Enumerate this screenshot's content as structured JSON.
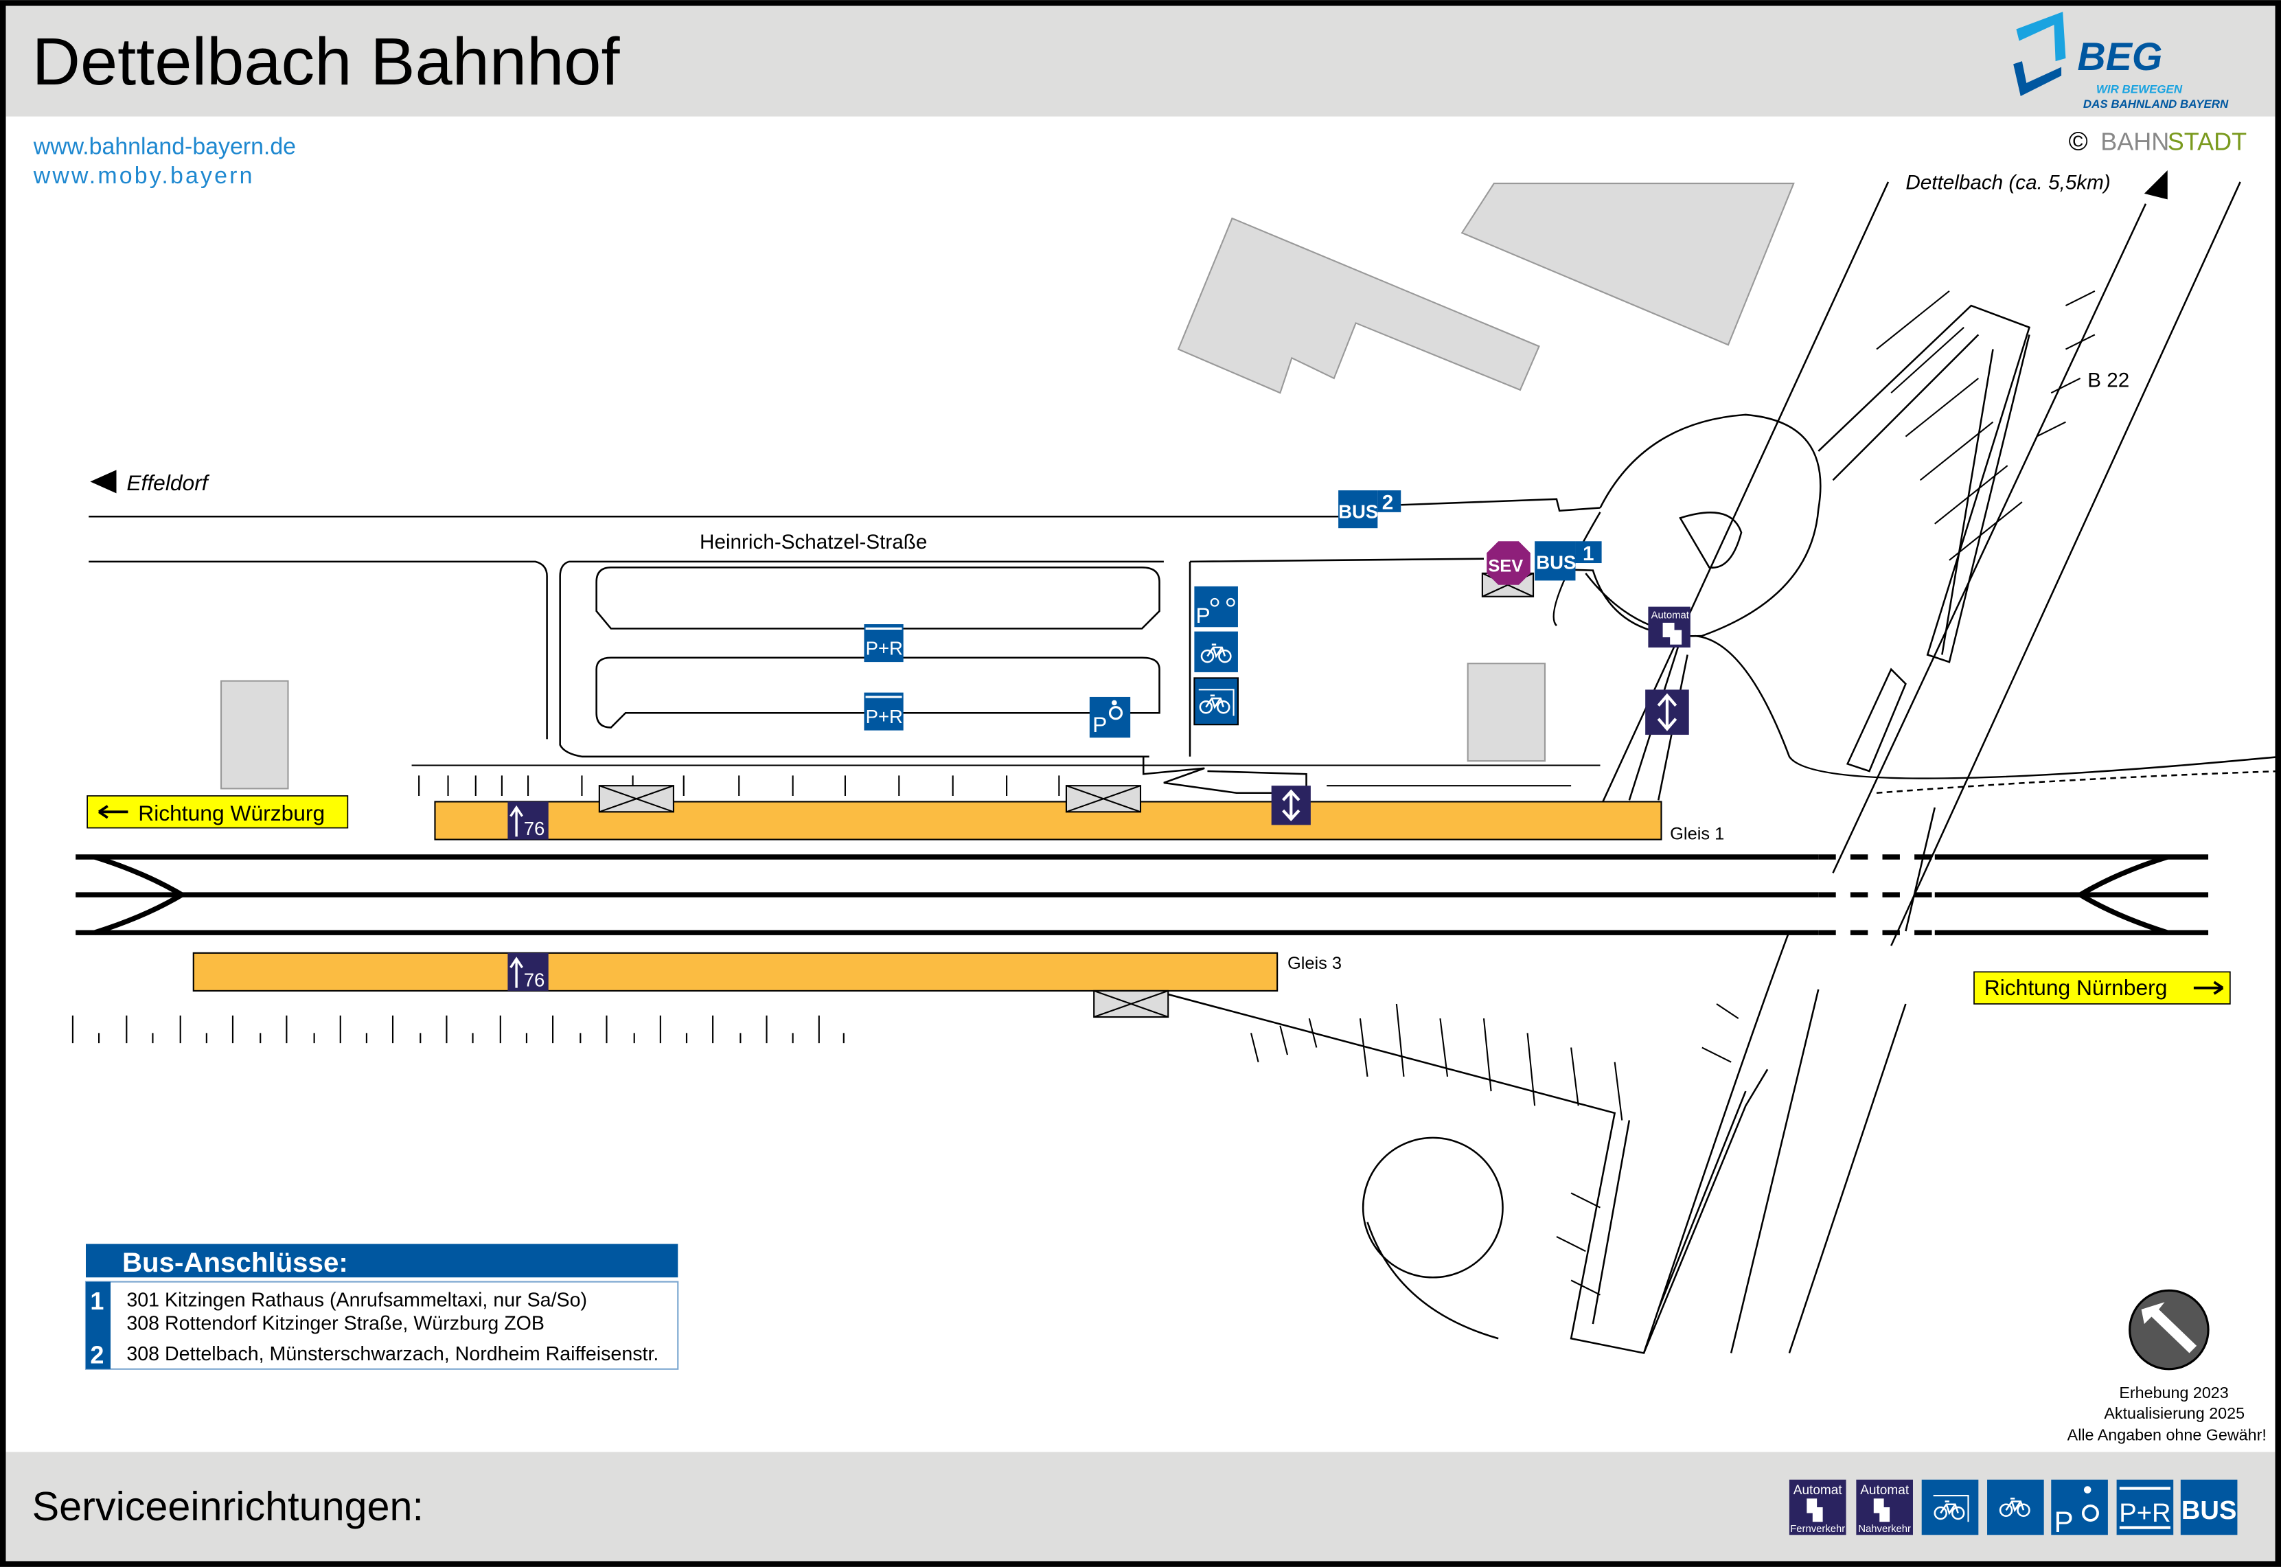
{
  "header": {
    "title": "Dettelbach Bahnhof",
    "logo_text": "BEG",
    "logo_tagline_1": "WIR BEWEGEN",
    "logo_tagline_2": "DAS BAHNLAND BAYERN"
  },
  "links": [
    "www.bahnland-bayern.de",
    "www.moby.bayern"
  ],
  "copyright": {
    "symbol": "©",
    "brand_part1": "BAHN",
    "brand_part2": "STADT"
  },
  "map": {
    "direction_dettelbach": "Dettelbach (ca. 5,5km)",
    "road_b22": "B 22",
    "direction_effeldorf": "Effeldorf",
    "street_name": "Heinrich-Schatzel-Straße",
    "richtung_wuerzburg": "Richtung Würzburg",
    "richtung_nuernberg": "Richtung Nürnberg",
    "gleis_1": "Gleis 1",
    "gleis_3": "Gleis 3",
    "platform_height_1": "76",
    "platform_height_3": "76",
    "bus_stop_1": "1",
    "bus_stop_2": "2",
    "bus_label": "BUS",
    "sev_label": "SEV",
    "pr_label": "P+R",
    "automat_label": "Automat"
  },
  "bus_connections": {
    "title": "Bus-Anschlüsse:",
    "stops": [
      {
        "number": "1",
        "lines": [
          "301 Kitzingen Rathaus (Anrufsammeltaxi, nur Sa/So)",
          "308 Rottendorf Kitzinger Straße, Würzburg ZOB"
        ]
      },
      {
        "number": "2",
        "lines": [
          "308 Dettelbach, Münsterschwarzach, Nordheim Raiffeisenstr."
        ]
      }
    ]
  },
  "notes": [
    "Erhebung 2023",
    "Aktualisierung 2025",
    "Alle Angaben ohne Gewähr!"
  ],
  "footer": {
    "title": "Serviceeinrichtungen:",
    "legend": [
      {
        "icon": "ticket-machine-long-distance-icon",
        "top": "Automat",
        "bottom": "Fernverkehr"
      },
      {
        "icon": "ticket-machine-regional-icon",
        "top": "Automat",
        "bottom": "Nahverkehr"
      },
      {
        "icon": "covered-bike-parking-icon"
      },
      {
        "icon": "bike-parking-icon"
      },
      {
        "icon": "disabled-parking-icon",
        "label": "P"
      },
      {
        "icon": "park-and-ride-icon",
        "label": "P+R"
      },
      {
        "icon": "bus-icon",
        "label": "BUS"
      }
    ]
  },
  "colors": {
    "brand_blue": "#0057a0",
    "dark_blue": "#2a2360",
    "platform": "#fbbc42",
    "yellow": "#ffff00",
    "sev": "#8e1f7a",
    "header_gray": "#dededd",
    "link_blue": "#1e88d0"
  }
}
